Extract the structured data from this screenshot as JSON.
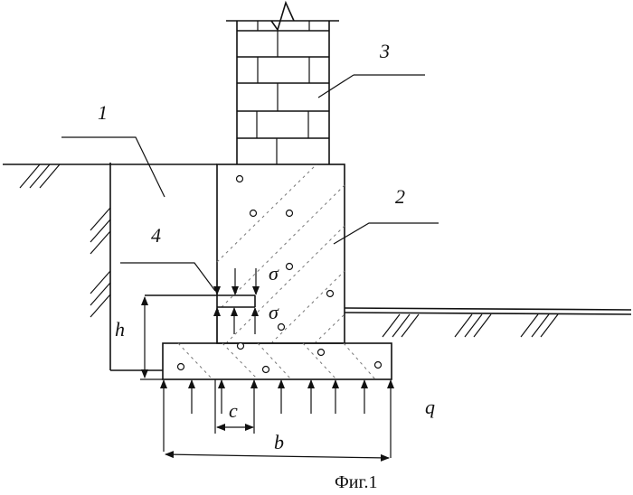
{
  "figure": {
    "caption": "Фиг.1",
    "labels": {
      "soil": "1",
      "foundation_wall": "2",
      "brick_wall": "3",
      "gap": "4"
    },
    "symbols": {
      "stress_top": "σ",
      "stress_bottom": "σ",
      "height": "h",
      "offset": "c",
      "width": "b",
      "load": "q"
    }
  }
}
